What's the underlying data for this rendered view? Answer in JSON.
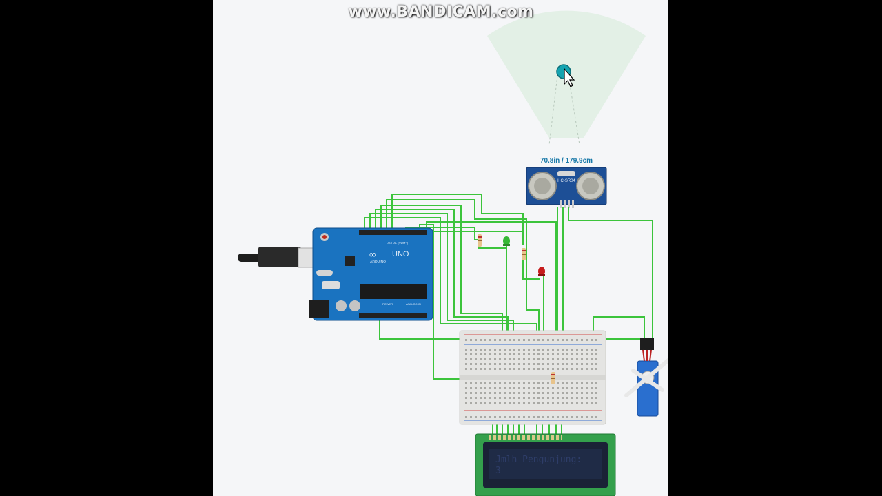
{
  "watermark": "www.BANDICAM.com",
  "sensor": {
    "model_label": "HC-SR04",
    "distance_readout": "70.8in / 179.9cm"
  },
  "arduino": {
    "brand": "ARDUINO",
    "model": "UNO",
    "digital_label": "DIGITAL (PWM~)",
    "power_label": "POWER",
    "analog_label": "ANALOG IN"
  },
  "lcd": {
    "line1": "Jmlh Pengunjung:",
    "line2": "3"
  },
  "colors": {
    "wire": "#3cc43c",
    "board": "#1a73c0",
    "led_green": "#35b735",
    "led_red": "#c61c1c",
    "lcd_screen": "#1a2236",
    "lcd_pcb": "#34a04c",
    "detection_area": "#dfeee3",
    "target": "#14a3b0"
  },
  "icons": [
    "cursor-icon",
    "usb-cable-icon"
  ]
}
